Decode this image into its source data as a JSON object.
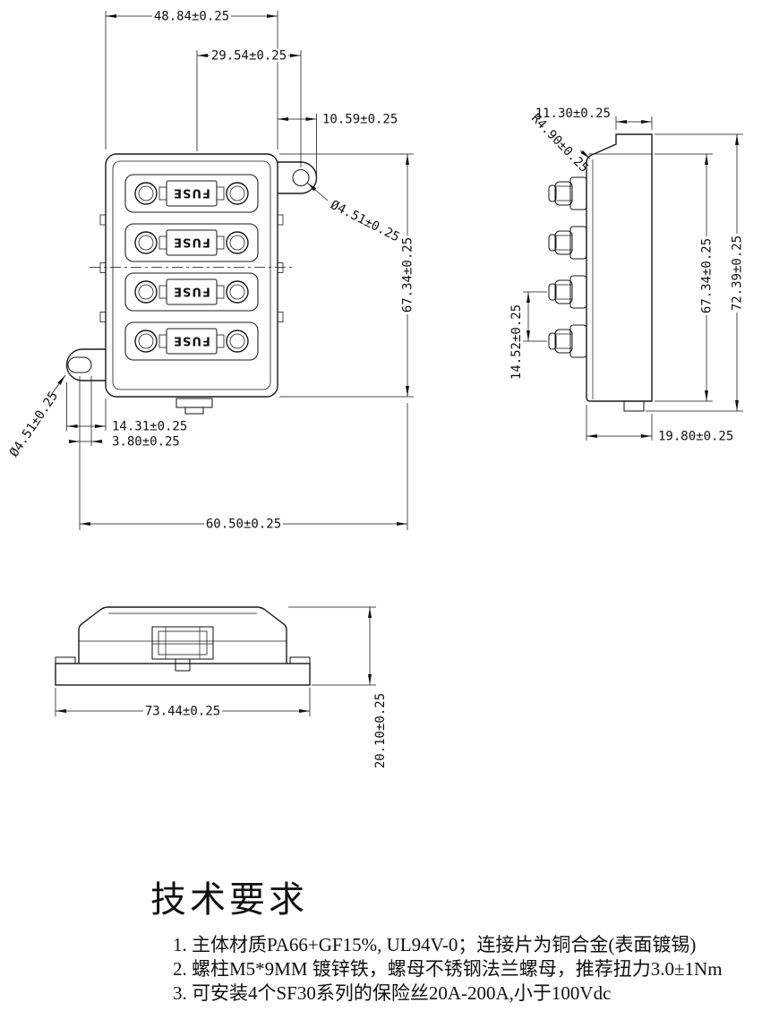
{
  "front_view": {
    "fuse_label": "FUSE",
    "dims": {
      "width_48": "48.84±0.25",
      "width_29": "29.54±0.25",
      "tab_offset_10": "10.59±0.25",
      "hole_top": "Ø4.51±0.25",
      "height_67": "67.34±0.25",
      "offset_14": "14.31±0.25",
      "offset_3": "3.80±0.25",
      "hole_bottom": "Ø4.51±0.25",
      "width_60": "60.50±0.25"
    }
  },
  "side_view": {
    "dims": {
      "top_11": "11.30±0.25",
      "radius_r4": "R4.90±0.25",
      "height_67": "67.34±0.25",
      "height_72": "72.39±0.25",
      "pitch_14": "14.52±0.25",
      "depth_19": "19.80±0.25"
    }
  },
  "bottom_view": {
    "dims": {
      "width_73": "73.44±0.25",
      "height_20": "20.10±0.25"
    }
  },
  "notes": {
    "title": "技术要求",
    "items": [
      "1. 主体材质PA66+GF15%, UL94V-0；连接片为铜合金(表面镀锡)",
      "2. 螺柱M5*9MM 镀锌铁，螺母不锈钢法兰螺母，推荐扭力3.0±1Nm",
      "3. 可安装4个SF30系列的保险丝20A-200A,小于100Vdc"
    ]
  }
}
